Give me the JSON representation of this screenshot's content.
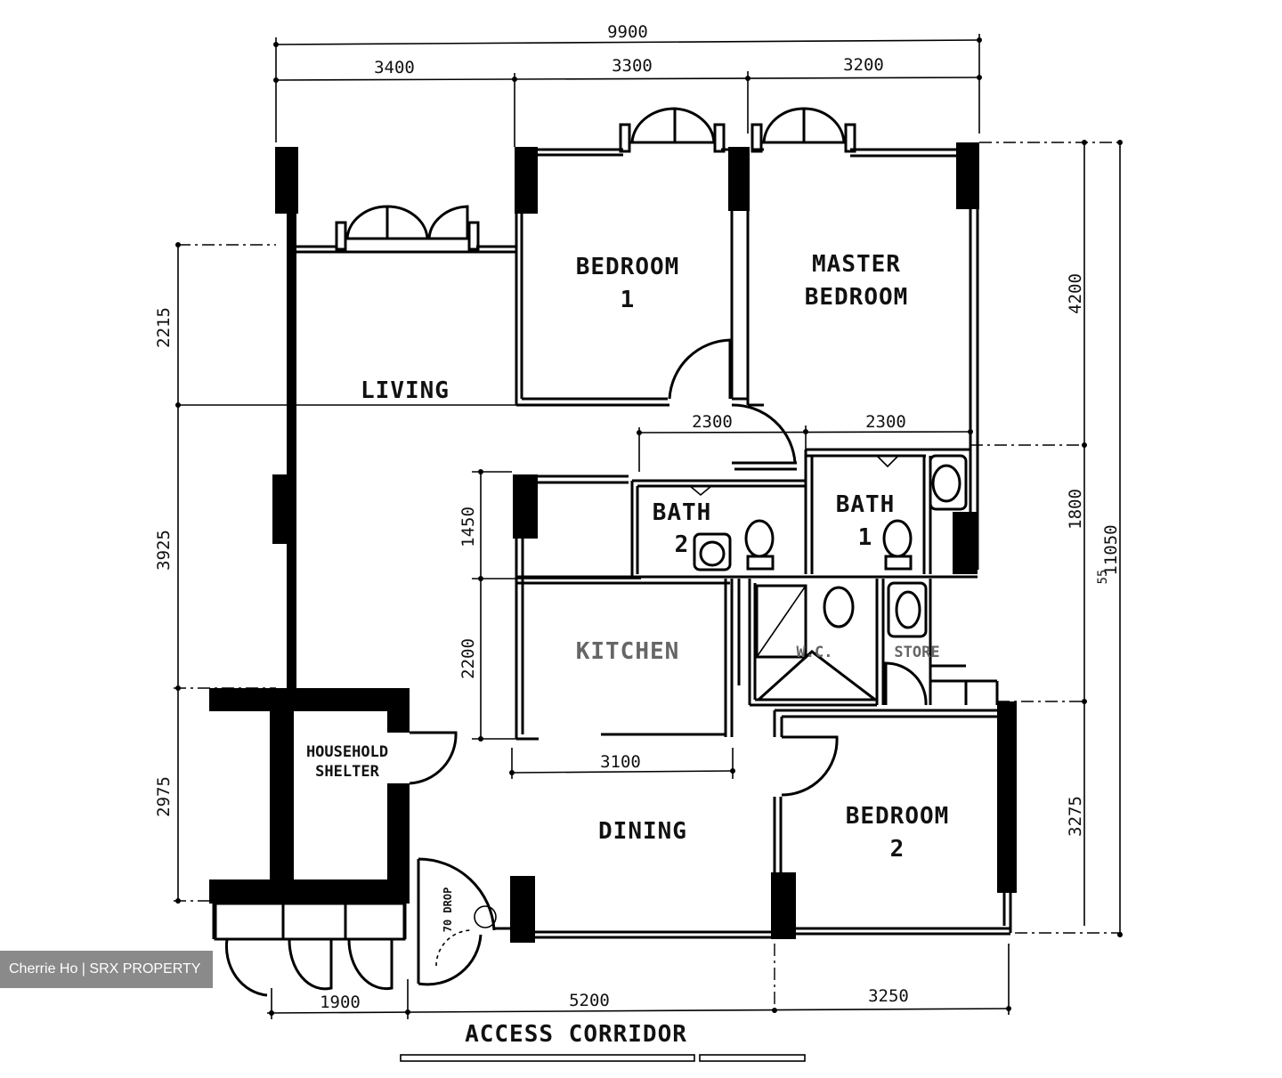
{
  "rooms": {
    "bedroom1": [
      "BEDROOM",
      "1"
    ],
    "master": [
      "MASTER",
      "BEDROOM"
    ],
    "living": "LIVING",
    "bath2": [
      "BATH",
      "2"
    ],
    "bath1": [
      "BATH",
      "1"
    ],
    "kitchen": "KITCHEN",
    "wc": "W.C.",
    "store": "STORE",
    "shelter": [
      "HOUSEHOLD",
      "SHELTER"
    ],
    "dining": "DINING",
    "bedroom2": [
      "BEDROOM",
      "2"
    ],
    "drop": "70 DROP",
    "corridor": "ACCESS CORRIDOR"
  },
  "dimensions": {
    "top_total": "9900",
    "top_1": "3400",
    "top_2": "3300",
    "top_3": "3200",
    "bottom_1": "1900",
    "bottom_2": "5200",
    "bottom_3": "3250",
    "left_1": "2215",
    "left_2": "3925",
    "left_3": "2975",
    "right_1": "4200",
    "right_2": "1800",
    "right_3": "3275",
    "right_total": "11050",
    "right_small": "55",
    "inner_left_1": "1450",
    "inner_left_2": "2200",
    "mid_1": "2300",
    "mid_2": "2300",
    "kitchen_width": "3100"
  },
  "watermark": "Cherrie Ho | SRX PROPERTY"
}
